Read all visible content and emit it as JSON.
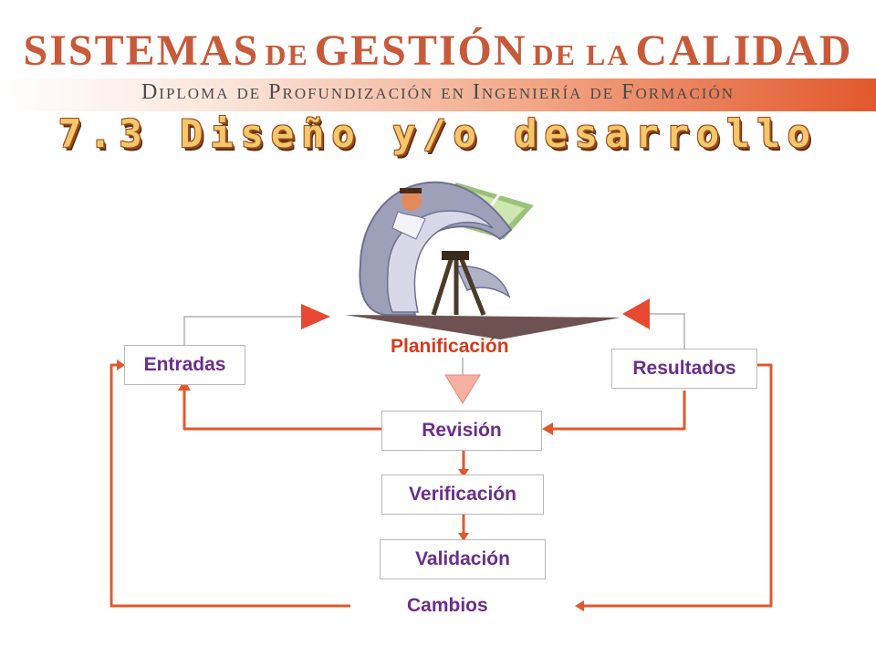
{
  "header": {
    "title_parts": [
      "SISTEMAS",
      "DE",
      "GESTIÓN",
      "DE LA",
      "CALIDAD"
    ],
    "subtitle": "Diploma de Profundización en Ingeniería de Formación"
  },
  "section_title": "7.3  Diseño y/o desarrollo",
  "diagram": {
    "planning_label": "Planificación",
    "inputs": "Entradas",
    "outputs": "Resultados",
    "review": "Revisión",
    "verification": "Verificación",
    "validation": "Validación",
    "changes": "Cambios"
  },
  "colors": {
    "header_text": "#c85a3a",
    "box_text": "#6a2e8a",
    "planning_text": "#d63a1a",
    "arrow": "#e0582c"
  },
  "icons": [
    "planning-clipart-icon"
  ]
}
